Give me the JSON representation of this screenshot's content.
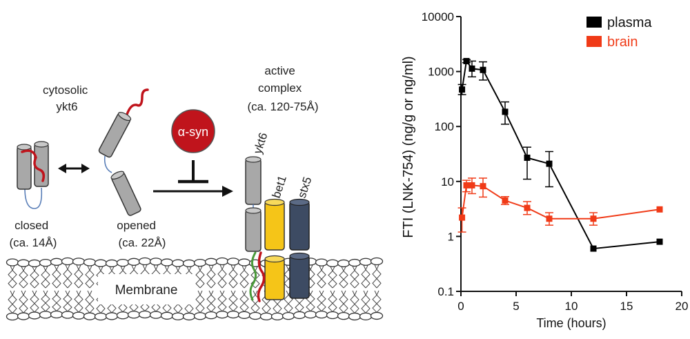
{
  "diagram": {
    "cytosolic_label": [
      "cytosolic",
      "ykt6"
    ],
    "active_label": [
      "active",
      "complex",
      "(ca. 120-75Å)"
    ],
    "closed_label": [
      "closed",
      "(ca. 14Å)"
    ],
    "opened_label": [
      "opened",
      "(ca. 22Å)"
    ],
    "inhibitor_label": "α-syn",
    "protein_labels": {
      "ykt6": "ykt6",
      "bet1": "bet1",
      "stx5": "stx5"
    },
    "membrane_label": "Membrane",
    "colors": {
      "inhibitor": "#c0141c",
      "ykt6": "#a8a8a8",
      "bet1": "#f5c518",
      "stx5": "#3d4b63",
      "tail": "#c0141c",
      "linker": "#5a7fb8"
    }
  },
  "chart_data": {
    "type": "line",
    "ylabel": "FTI (LNK-754) (ng/g or ng/ml)",
    "xlabel": "Time (hours)",
    "xlim": [
      0,
      20
    ],
    "ylim": [
      0.1,
      10000
    ],
    "yscale": "log",
    "xticks": [
      "0",
      "5",
      "10",
      "15",
      "20"
    ],
    "yticks": [
      "0.1",
      "1",
      "10",
      "100",
      "1000",
      "10000"
    ],
    "legend_position": "top-right",
    "series": [
      {
        "name": "plasma",
        "color": "#000000",
        "x": [
          0.1,
          0.5,
          1,
          2,
          4,
          6,
          8,
          12,
          18
        ],
        "y": [
          470,
          1550,
          1130,
          1070,
          185,
          27,
          21,
          0.6,
          0.8
        ],
        "err_low": [
          380,
          1450,
          800,
          700,
          110,
          11,
          8,
          0.6,
          0.8
        ],
        "err_high": [
          580,
          1650,
          1550,
          1500,
          280,
          42,
          35,
          0.6,
          0.8
        ]
      },
      {
        "name": "brain",
        "color": "#f03a17",
        "x": [
          0.1,
          0.5,
          1,
          2,
          4,
          6,
          8,
          12,
          18
        ],
        "y": [
          2.2,
          8.5,
          8.5,
          8.2,
          4.5,
          3.3,
          2.1,
          2.1,
          3.1
        ],
        "err_low": [
          1.2,
          6.5,
          6.0,
          5.2,
          3.8,
          2.5,
          1.6,
          1.6,
          3.1
        ],
        "err_high": [
          3.3,
          10.5,
          11.5,
          11.5,
          5.3,
          4.3,
          2.7,
          2.7,
          3.1
        ]
      }
    ]
  }
}
